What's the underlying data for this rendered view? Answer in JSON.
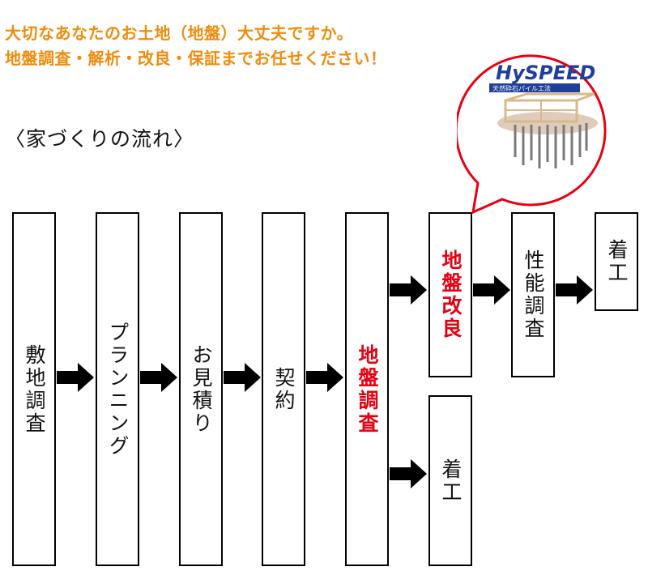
{
  "heading": {
    "line1": "大切なあなたのお土地（地盤）大丈夫ですか。",
    "line2": "地盤調査・解析・改良・保証までお任せください！"
  },
  "subtitle": "〈家づくりの流れ〉",
  "flow": {
    "step1": "敷地調査",
    "step2": "プランニング",
    "step3": "お見積り",
    "step4": "契約",
    "step5": "地盤調査",
    "step6_upper": "地盤改良",
    "step7_upper": "性能調査",
    "step8_upper": "着工",
    "step6_lower": "着工"
  },
  "logo": {
    "name": "HySPEED",
    "tagline": "天然砕石パイル工法"
  },
  "colors": {
    "heading": "#f08c0c",
    "highlight": "#e60012",
    "logo_blue": "#1f3f9a"
  }
}
